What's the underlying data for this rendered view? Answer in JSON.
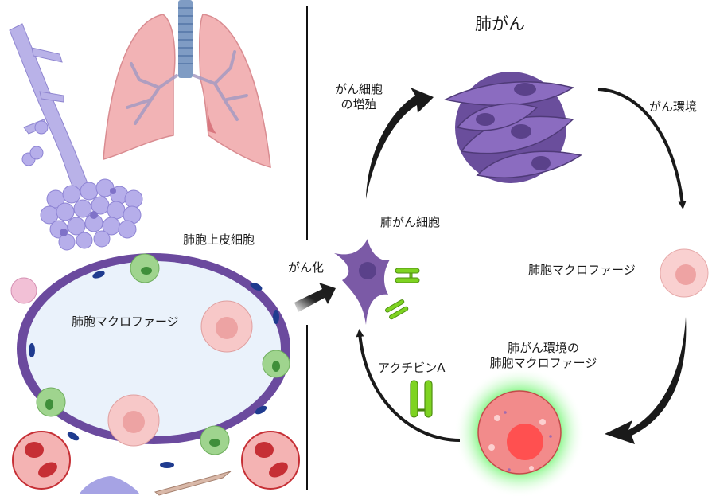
{
  "title": "肺がん",
  "labels": {
    "alveolar_epithelial_cell": "肺胞上皮細胞",
    "alveolar_macrophage_left": "肺胞マクロファージ",
    "carcinogenesis": "がん化",
    "lung_cancer_cell": "肺がん細胞",
    "cancer_cell_proliferation_line1": "がん細胞",
    "cancer_cell_proliferation_line2": "の増殖",
    "cancer_environment": "がん環境",
    "alveolar_macrophage_right": "肺胞マクロファージ",
    "tumor_env_macrophage_line1": "肺がん環境の",
    "tumor_env_macrophage_line2": "肺胞マクロファージ",
    "activin_a": "アクチビンA"
  },
  "colors": {
    "cancer_purple": "#7b5aa6",
    "cancer_dark": "#4f3a78",
    "epithelium": "#6b4a9e",
    "alveolus_fill": "#eaf2fb",
    "activin_green": "#7ed321",
    "macrophage_pink": "#f7c8c8",
    "tumor_macrophage": "#f28b8b",
    "tumor_glow": "#5ef55e",
    "arrow": "#1a1a1a",
    "lung_pink": "#f2b3b5",
    "trachea_blue": "#7f9cc4",
    "bronchiole_lavender": "#b9b2e8"
  }
}
